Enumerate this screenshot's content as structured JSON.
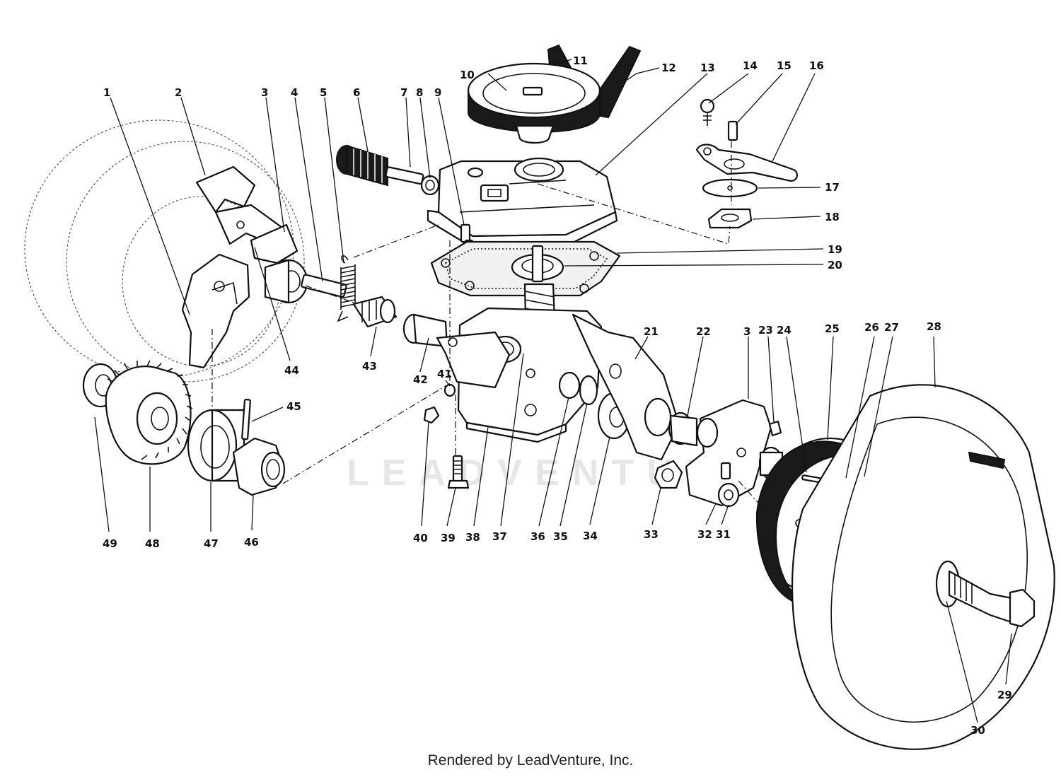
{
  "footer": {
    "credit": "Rendered by LeadVenture, Inc."
  },
  "watermark": {
    "text": "LEADVENTURE"
  },
  "callouts": [
    "1",
    "2",
    "3",
    "4",
    "5",
    "6",
    "7",
    "8",
    "9",
    "10",
    "11",
    "12",
    "13",
    "14",
    "15",
    "16",
    "17",
    "18",
    "19",
    "20",
    "21",
    "22",
    "3",
    "23",
    "24",
    "25",
    "26",
    "27",
    "28",
    "29",
    "30",
    "31",
    "32",
    "33",
    "34",
    "35",
    "36",
    "37",
    "38",
    "39",
    "40",
    "41",
    "42",
    "43",
    "44",
    "45",
    "46",
    "47",
    "48",
    "49"
  ]
}
